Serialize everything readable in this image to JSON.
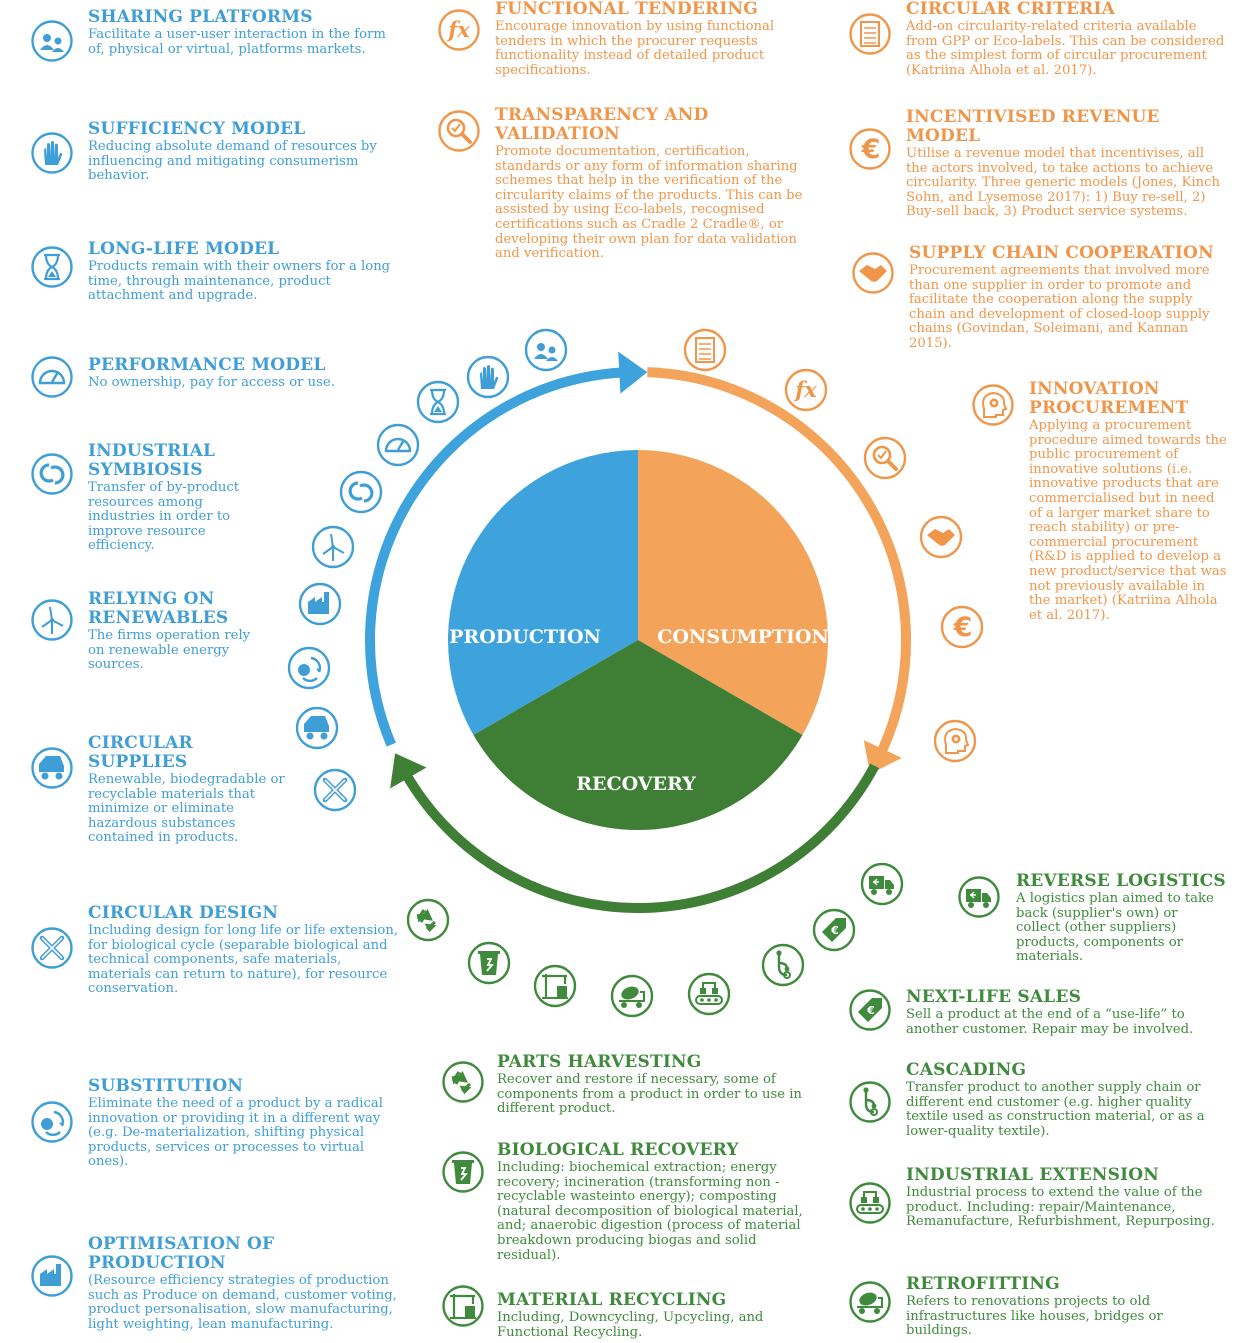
{
  "colors": {
    "production": "#3ea3dc",
    "consumption": "#f4a45a",
    "recovery": "#3f7f35",
    "blue_text": "#3f9ed6",
    "orange_text": "#f0964a",
    "green_text": "#3f8a3c"
  },
  "center": {
    "production": "PRODUCTION",
    "consumption": "CONSUMPTION",
    "recovery": "RECOVERY"
  },
  "left": [
    {
      "icon": "people-icon",
      "title": "SHARING PLATFORMS",
      "desc": "Facilitate a user-user interaction in the form of, physical or virtual, platforms markets."
    },
    {
      "icon": "hand-icon",
      "title": "SUFFICIENCY MODEL",
      "desc": "Reducing absolute demand of resources by influencing and mitigating consumerism behavior."
    },
    {
      "icon": "hourglass-icon",
      "title": "LONG-LIFE MODEL",
      "desc": "Products remain with their owners for a long time, through maintenance, product attachment and upgrade."
    },
    {
      "icon": "gauge-icon",
      "title": "PERFORMANCE MODEL",
      "desc": "No ownership, pay for access or use."
    },
    {
      "icon": "symbiosis-icon",
      "title": "INDUSTRIAL SYMBIOSIS",
      "desc": "Transfer of by-product resources among industries in order to improve resource efficiency."
    },
    {
      "icon": "wind-turbine-icon",
      "title": "RELYING ON RENEWABLES",
      "desc": "The firms operation rely on renewable energy sources."
    },
    {
      "icon": "dump-truck-icon",
      "title": "CIRCULAR SUPPLIES",
      "desc": "Renewable, biodegradable or recyclable materials that minimize or eliminate hazardous substances contained in products."
    },
    {
      "icon": "design-tools-icon",
      "title": "CIRCULAR DESIGN",
      "desc": "Including design for long life or life extension, for biological cycle (separable biological and technical components, safe materials, materials can return to nature), for resource conservation."
    },
    {
      "icon": "substitution-icon",
      "title": "SUBSTITUTION",
      "desc": "Eliminate the need of a product by a radical innovation or providing it in a different way (e.g. De-materialization, shifting physical products, services or processes to virtual ones)."
    },
    {
      "icon": "factory-icon",
      "title": "OPTIMISATION OF PRODUCTION",
      "desc": "(Resource efficiency strategies of production such as Produce on demand, customer voting, product personalisation, slow manufacturing, light weighting, lean manufacturing."
    }
  ],
  "top": [
    {
      "icon": "function-icon",
      "title": "FUNCTIONAL TENDERING",
      "desc": "Encourage innovation by using functional tenders in which the procurer requests functionality instead of detailed product specifications."
    },
    {
      "icon": "magnifier-check-icon",
      "title": "TRANSPARENCY AND VALIDATION",
      "desc": "Promote documentation, certification, standards or any form of information sharing schemes that help in the verification of the circularity claims of the products. This can be assisted by using Eco-labels, recognised certifications such as Cradle 2 Cradle®, or developing their own plan for data validation and verification."
    }
  ],
  "right": [
    {
      "icon": "checklist-icon",
      "title": "CIRCULAR CRITERIA",
      "desc": "Add-on circularity-related criteria available from GPP or Eco-labels. This can be considered as the simplest form of circular procurement (Katriina Alhola et al. 2017)."
    },
    {
      "icon": "euro-icon",
      "title": "INCENTIVISED REVENUE MODEL",
      "desc": "Utilise a revenue model that incentivises, all the actors involved, to take actions to achieve circularity. Three generic models (Jones, Kinch Sohn, and Lysemose 2017): 1) Buy re-sell, 2) Buy-sell back, 3) Product service systems."
    },
    {
      "icon": "handshake-icon",
      "title": "SUPPLY CHAIN COOPERATION",
      "desc": "Procurement agreements that involved more than one supplier in order to promote and facilitate the cooperation along the supply chain and development of closed-loop supply chains (Govindan, Soleimani, and Kannan 2015)."
    },
    {
      "icon": "head-gear-icon",
      "title": "INNOVATION PROCUREMENT",
      "desc": "Applying a procurement procedure aimed towards the public procurement of innovative solutions (i.e. innovative products that are commercialised but in need of a larger market share to reach stability) or pre-commercial procurement (R&D is applied to develop a new product/service that was not previously available in the market) (Katriina Alhola et al. 2017)."
    }
  ],
  "bottom_right": [
    {
      "icon": "truck-return-icon",
      "title": "REVERSE LOGISTICS",
      "desc": "A logistics plan aimed to take back (supplier's own) or collect (other suppliers) products, components or materials."
    },
    {
      "icon": "euro-tag-icon",
      "title": "NEXT-LIFE SALES",
      "desc": "Sell a product at the end of a “use-life” to another customer. Repair may be involved."
    },
    {
      "icon": "cascade-icon",
      "title": "CASCADING",
      "desc": "Transfer product to another supply chain or different end customer (e.g. higher quality textile used as construction material, or as a lower-quality textile)."
    },
    {
      "icon": "conveyor-icon",
      "title": "INDUSTRIAL EXTENSION",
      "desc": "Industrial process to extend the value of the product. Including: repair/Maintenance, Remanufacture, Refurbishment, Repurposing."
    },
    {
      "icon": "mixer-truck-icon",
      "title": "RETROFITTING",
      "desc": "Refers to renovations projects to old infrastructures like houses, bridges or buildings."
    }
  ],
  "bottom_mid": [
    {
      "icon": "recycle-icon",
      "title": "PARTS HARVESTING",
      "desc": "Recover and restore if necessary, some of components from a product in order to use in different product."
    },
    {
      "icon": "bin-icon",
      "title": "BIOLOGICAL RECOVERY",
      "desc": "Including: biochemical extraction; energy recovery; incineration (transforming non -recyclable wasteinto energy); composting (natural decomposition of biological material, and; anaerobic digestion (process of material breakdown producing biogas and solid residual)."
    },
    {
      "icon": "crane-icon",
      "title": "MATERIAL RECYCLING",
      "desc": "Including, Downcycling, Upcycling, and Functional Recycling."
    }
  ]
}
